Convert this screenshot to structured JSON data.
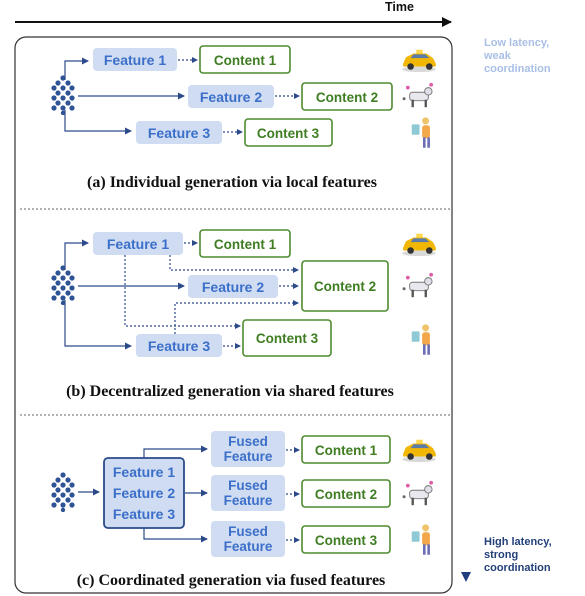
{
  "time_axis": {
    "label": "Time"
  },
  "latency_scale": {
    "low": [
      "Low latency,",
      "weak",
      "coordination"
    ],
    "high": [
      "High latency,",
      "strong",
      "coordination"
    ]
  },
  "colors": {
    "feature_fill": "#cfdcf2",
    "feature_text": "#3b6fc9",
    "content_border": "#4e8a2e",
    "content_text": "#3f7d22",
    "arrow": "#2c4a8a",
    "low_text": "#a9bfe6",
    "high_text": "#23407a"
  },
  "panels": [
    {
      "caption": "(a) Individual generation via local features",
      "features": [
        "Feature 1",
        "Feature 2",
        "Feature 3"
      ],
      "contents": [
        "Content 1",
        "Content 2",
        "Content 3"
      ]
    },
    {
      "caption": "(b) Decentralized generation via shared features",
      "features": [
        "Feature 1",
        "Feature 2",
        "Feature 3"
      ],
      "contents": [
        "Content 1",
        "Content 2",
        "Content 3"
      ]
    },
    {
      "caption": "(c) Coordinated generation via fused features",
      "features": [
        "Feature 1",
        "Feature 2",
        "Feature 3"
      ],
      "fused": [
        "Fused",
        "Feature"
      ],
      "contents": [
        "Content 1",
        "Content 2",
        "Content 3"
      ]
    }
  ],
  "icons": [
    "taxi-icon",
    "robot-dog-icon",
    "person-icon"
  ]
}
